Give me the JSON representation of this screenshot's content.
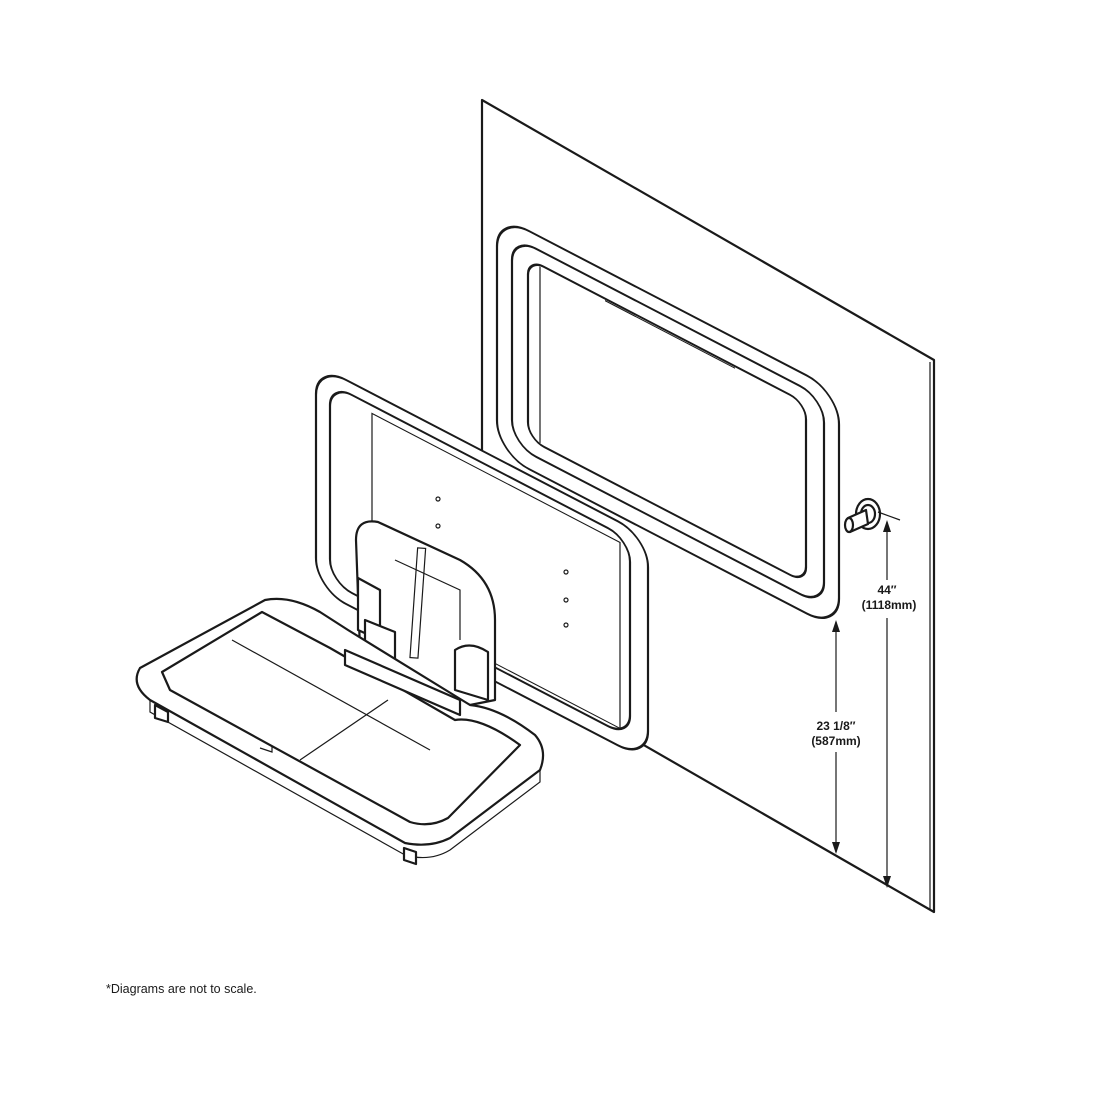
{
  "dimensions": {
    "total_height": {
      "imperial": "44″",
      "metric": "(1118mm)"
    },
    "unit_bottom_height": {
      "imperial": "23 1/8″",
      "metric": "(587mm)"
    }
  },
  "footnote": "*Diagrams are not to scale.",
  "colors": {
    "line": "#1a1a1a",
    "background": "#ffffff"
  }
}
